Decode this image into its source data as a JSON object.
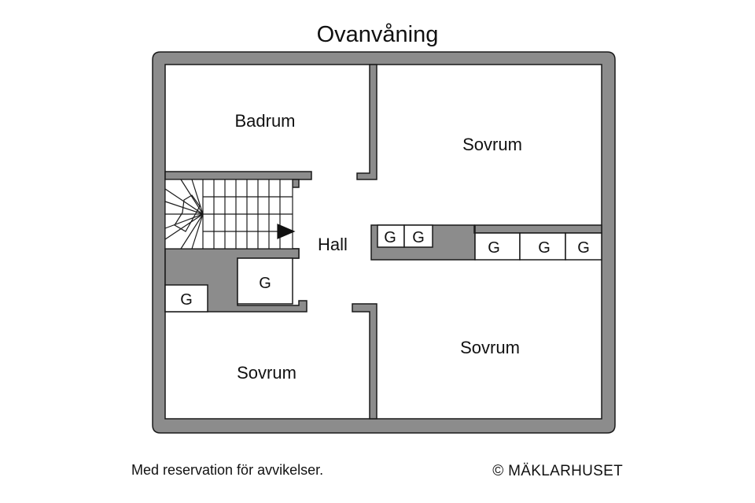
{
  "plan": {
    "title": "Ovanvåning",
    "rooms": {
      "badrum": "Badrum",
      "sovrum_top_right": "Sovrum",
      "hall": "Hall",
      "sovrum_bottom_left": "Sovrum",
      "sovrum_bottom_right": "Sovrum"
    },
    "closet_label": "G",
    "wall_color": "#8c8c8c",
    "line_color": "#1a1a1a"
  },
  "footer": {
    "disclaimer": "Med reservation för avvikelser.",
    "copyright": "© MÄKLARHUSET"
  }
}
